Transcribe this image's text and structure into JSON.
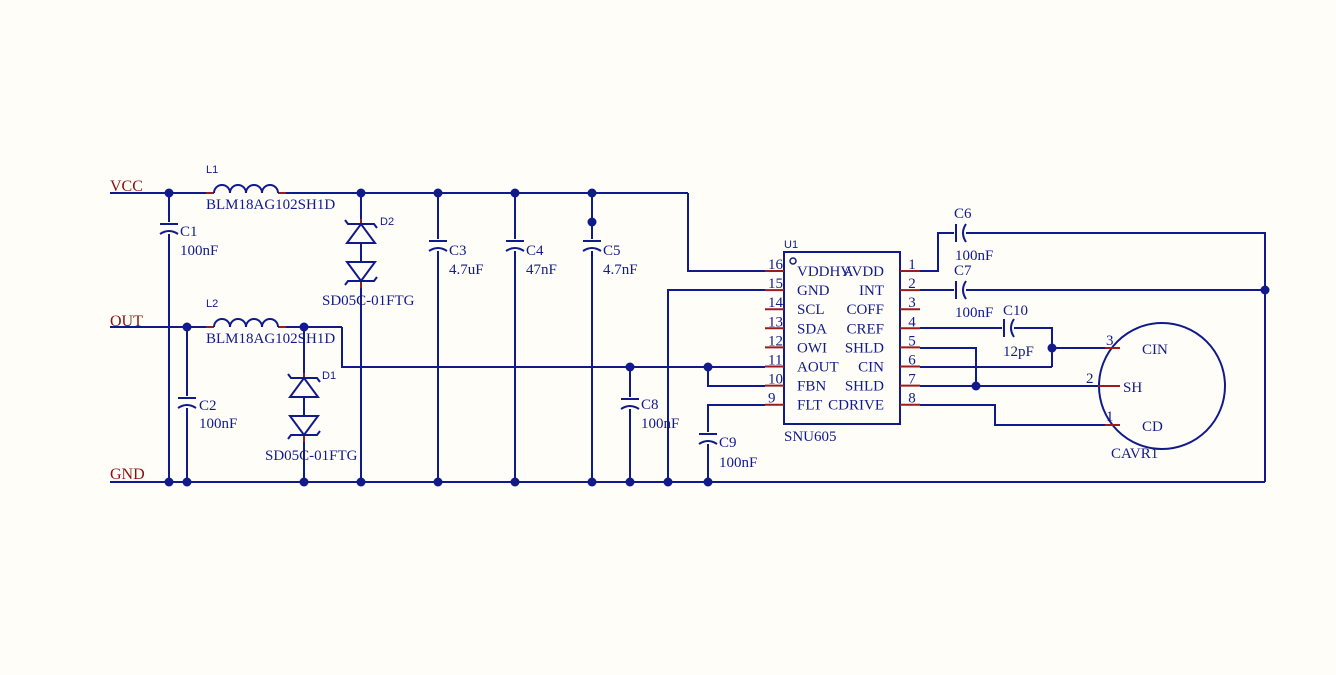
{
  "nets": {
    "vcc": "VCC",
    "out": "OUT",
    "gnd": "GND"
  },
  "components": {
    "L1": {
      "ref": "L1",
      "value": "BLM18AG102SH1D"
    },
    "L2": {
      "ref": "L2",
      "value": "BLM18AG102SH1D"
    },
    "D1": {
      "ref": "D1",
      "value": "SD05C-01FTG"
    },
    "D2": {
      "ref": "D2",
      "value": "SD05C-01FTG"
    },
    "C1": {
      "ref": "C1",
      "value": "100nF"
    },
    "C2": {
      "ref": "C2",
      "value": "100nF"
    },
    "C3": {
      "ref": "C3",
      "value": "4.7uF"
    },
    "C4": {
      "ref": "C4",
      "value": "47nF"
    },
    "C5": {
      "ref": "C5",
      "value": "4.7nF"
    },
    "C6": {
      "ref": "C6",
      "value": "100nF"
    },
    "C7": {
      "ref": "C7",
      "value": "100nF"
    },
    "C8": {
      "ref": "C8",
      "value": "100nF"
    },
    "C9": {
      "ref": "C9",
      "value": "100nF"
    },
    "C10": {
      "ref": "C10",
      "value": "12pF"
    },
    "U1": {
      "ref": "U1",
      "value": "SNU605",
      "left_pins": [
        {
          "num": "16",
          "name": "VDDHV"
        },
        {
          "num": "15",
          "name": "GND"
        },
        {
          "num": "14",
          "name": "SCL"
        },
        {
          "num": "13",
          "name": "SDA"
        },
        {
          "num": "12",
          "name": "OWI"
        },
        {
          "num": "11",
          "name": "AOUT"
        },
        {
          "num": "10",
          "name": "FBN"
        },
        {
          "num": "9",
          "name": "FLT"
        }
      ],
      "right_pins": [
        {
          "num": "1",
          "name": "AVDD"
        },
        {
          "num": "2",
          "name": "INT"
        },
        {
          "num": "3",
          "name": "COFF"
        },
        {
          "num": "4",
          "name": "CREF"
        },
        {
          "num": "5",
          "name": "SHLD"
        },
        {
          "num": "6",
          "name": "CIN"
        },
        {
          "num": "7",
          "name": "SHLD"
        },
        {
          "num": "8",
          "name": "CDRIVE"
        }
      ]
    },
    "CAVR1": {
      "ref": "CAVR1",
      "pins": [
        {
          "num": "3",
          "name": "CIN"
        },
        {
          "num": "2",
          "name": "SH"
        },
        {
          "num": "1",
          "name": "CD"
        }
      ]
    }
  }
}
